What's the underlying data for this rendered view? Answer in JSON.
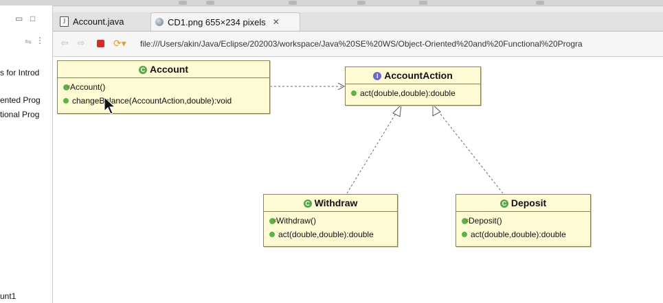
{
  "left_panel": {
    "lines": [
      "s for Introd",
      "ented Prog",
      "tional Prog",
      "unt1"
    ]
  },
  "tabs": [
    {
      "label": "Account.java",
      "active": false
    },
    {
      "label": "CD1.png 655×234 pixels",
      "active": true
    }
  ],
  "url": "file:///Users/akin/Java/Eclipse/202003/workspace/Java%20SE%20WS/Object-Oriented%20and%20Functional%20Progra",
  "diagram": {
    "account": {
      "name": "Account",
      "members": [
        "Account()",
        "changeBalance(AccountAction,double):void"
      ]
    },
    "account_action": {
      "name": "AccountAction",
      "members": [
        "act(double,double):double"
      ]
    },
    "withdraw": {
      "name": "Withdraw",
      "members": [
        "Withdraw()",
        "act(double,double):double"
      ]
    },
    "deposit": {
      "name": "Deposit",
      "members": [
        "Deposit()",
        "act(double,double):double"
      ]
    }
  },
  "colors": {
    "uml_fill": "#fefbd4",
    "uml_border": "#8c8257",
    "class_icon": "#5aa64d",
    "interface_icon": "#6d68c2",
    "stop": "#d22d2d"
  },
  "icons": {
    "account_java_tab": "java-file-icon",
    "cd1_tab": "image-icon",
    "close": "close-icon",
    "stop": "stop-icon",
    "refresh": "refresh-icon",
    "back": "back-arrow-icon",
    "forward": "forward-arrow-icon"
  }
}
